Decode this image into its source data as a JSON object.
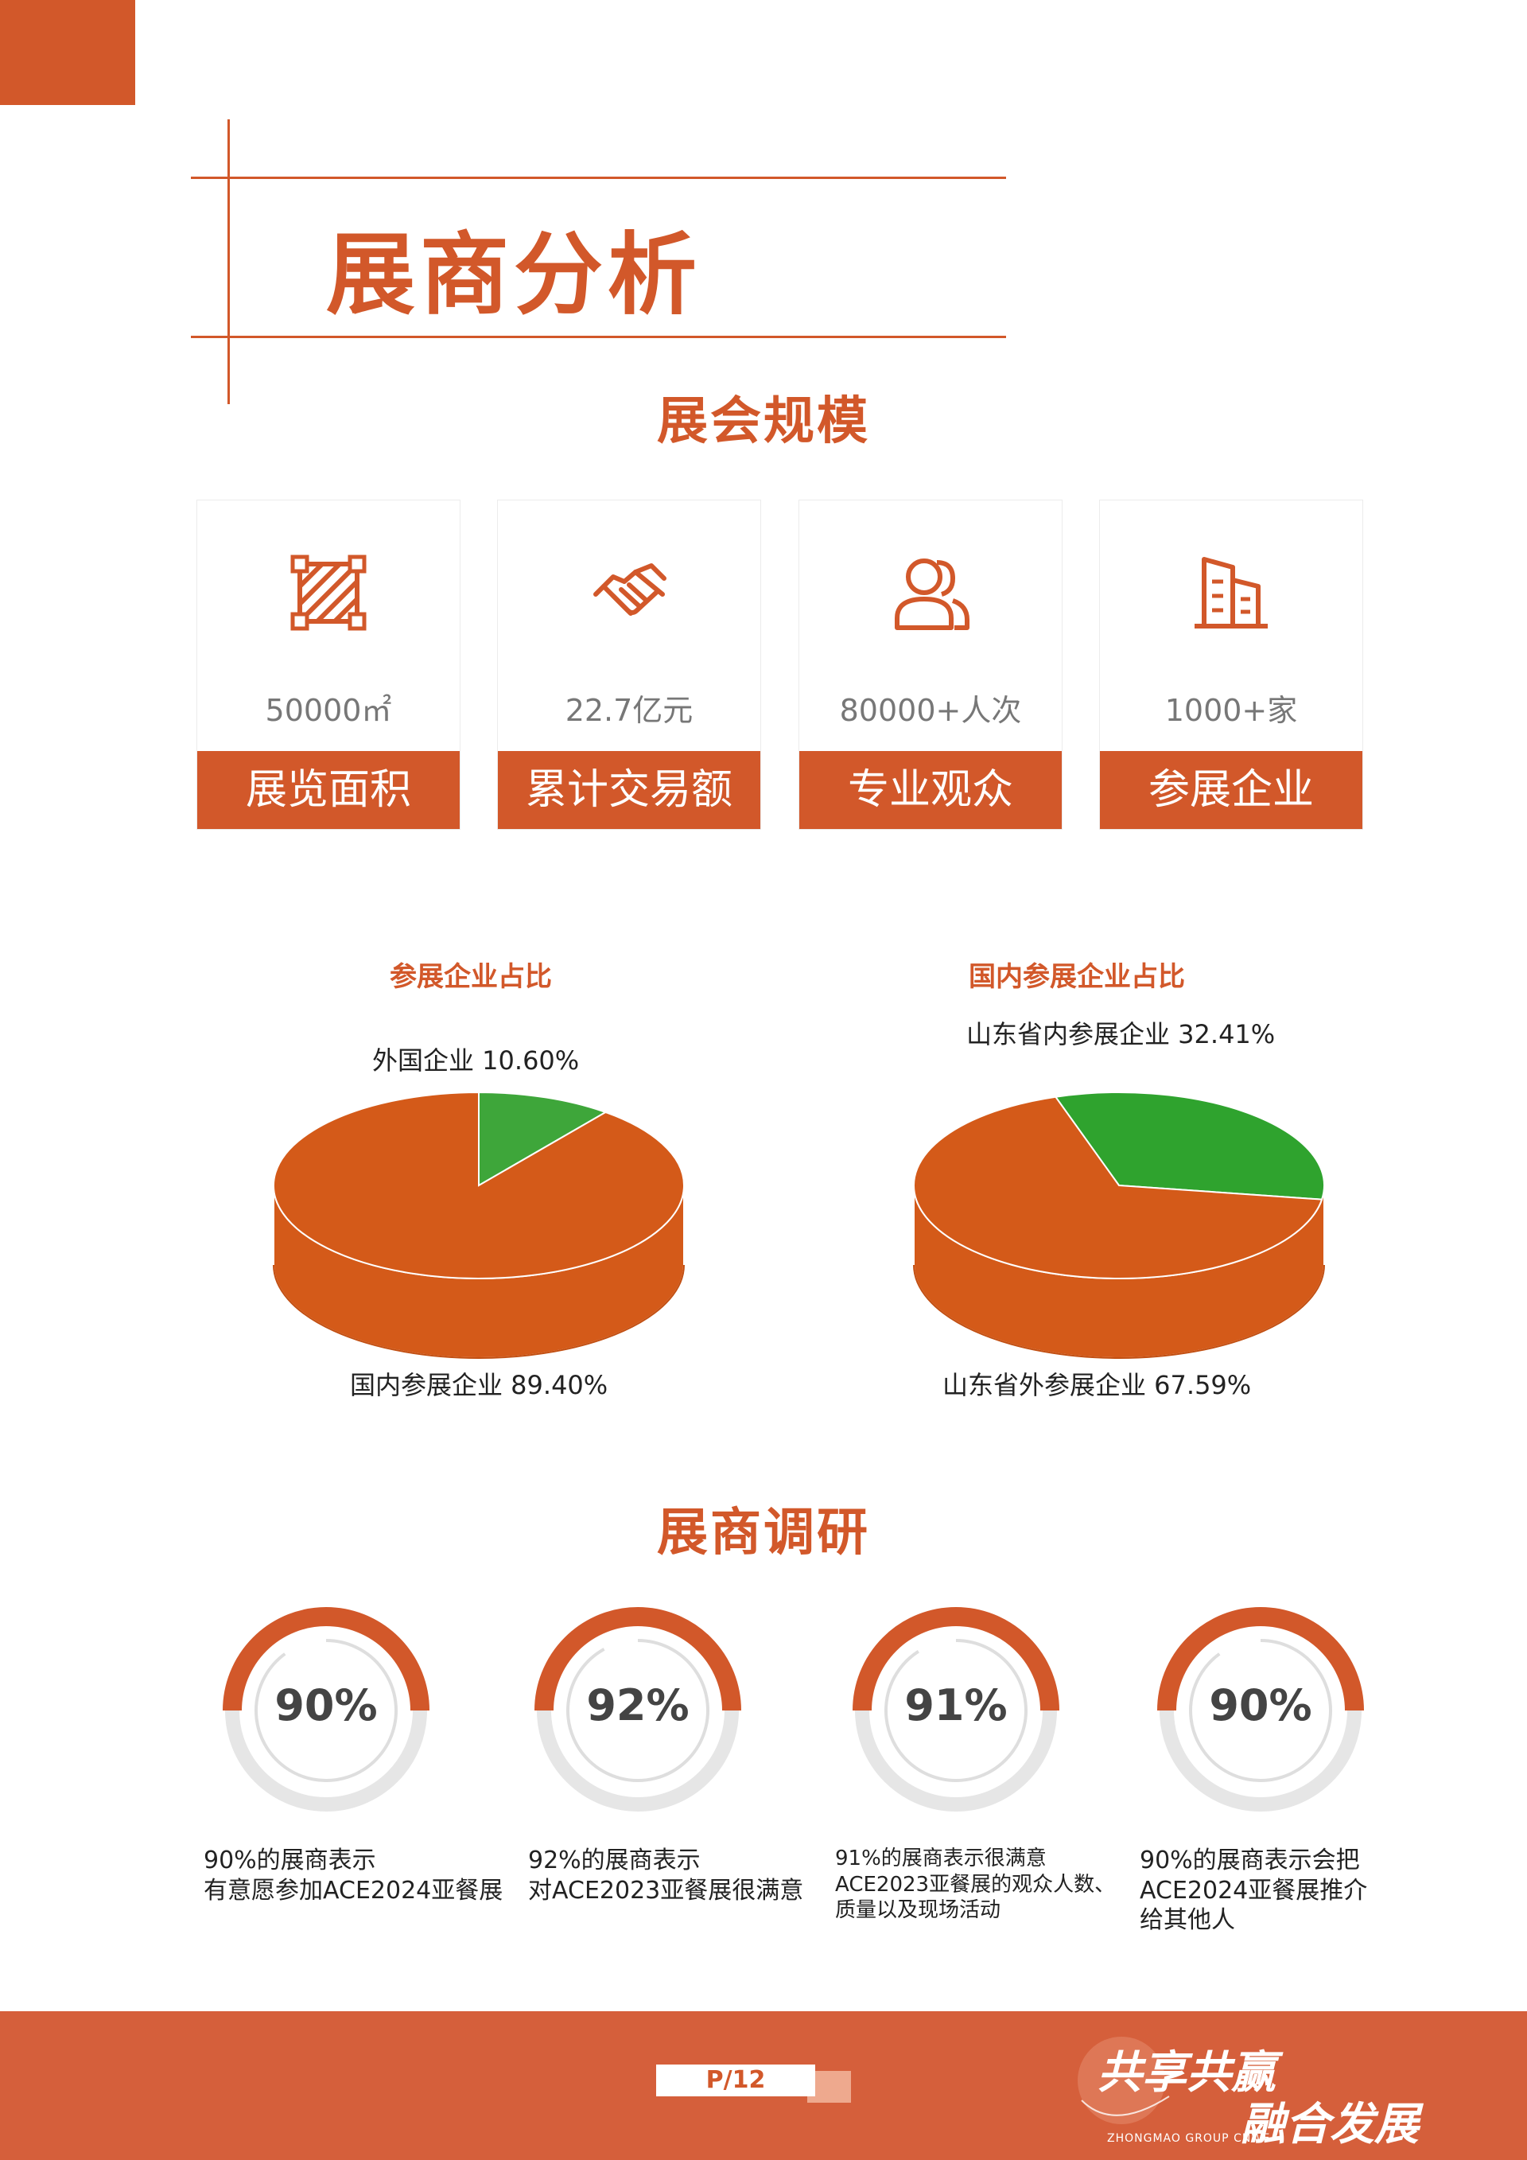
{
  "page": {
    "title": "展商分析",
    "page_number": "P/12"
  },
  "scale_section": {
    "title": "展会规模",
    "cards": [
      {
        "icon": "area-icon",
        "value": "50000㎡",
        "label": "展览面积"
      },
      {
        "icon": "handshake-icon",
        "value": "22.7亿元",
        "label": "累计交易额"
      },
      {
        "icon": "people-icon",
        "value": "80000+人次",
        "label": "专业观众"
      },
      {
        "icon": "building-icon",
        "value": "1000+家",
        "label": "参展企业"
      }
    ]
  },
  "pie_charts": {
    "left": {
      "title": "参展企业占比",
      "top_label": "外国企业  10.60%",
      "bottom_label": "国内参展企业  89.40%"
    },
    "right": {
      "title": "国内参展企业占比",
      "top_label": "山东省内参展企业  32.41%",
      "bottom_label": "山东省外参展企业  67.59%"
    }
  },
  "chart_data": [
    {
      "type": "pie",
      "title": "参展企业占比",
      "categories": [
        "外国企业",
        "国内参展企业"
      ],
      "values": [
        10.6,
        89.4
      ],
      "colors": [
        "#3ea63a",
        "#d45a19"
      ]
    },
    {
      "type": "pie",
      "title": "国内参展企业占比",
      "categories": [
        "山东省内参展企业",
        "山东省外参展企业"
      ],
      "values": [
        32.41,
        67.59
      ],
      "colors": [
        "#2fa32e",
        "#d45a19"
      ]
    }
  ],
  "survey_section": {
    "title": "展商调研",
    "items": [
      {
        "percent_text": "90%",
        "percent": 90,
        "lines": [
          "90%的展商表示",
          "有意愿参加ACE2024亚餐展"
        ]
      },
      {
        "percent_text": "92%",
        "percent": 92,
        "lines": [
          "92%的展商表示",
          "对ACE2023亚餐展很满意"
        ]
      },
      {
        "percent_text": "91%",
        "percent": 91,
        "lines": [
          "91%的展商表示很满意",
          "ACE2023亚餐展的观众人数、",
          "质量以及现场活动"
        ]
      },
      {
        "percent_text": "90%",
        "percent": 90,
        "lines": [
          "90%的展商表示会把",
          "ACE2024亚餐展推介",
          "给其他人"
        ]
      }
    ]
  },
  "footer": {
    "slogan_line1": "共享共赢",
    "slogan_line2": "融合发展",
    "slogan_small": "ZHONGMAO GROUP CNWF"
  },
  "colors": {
    "accent": "#d2582a",
    "pie_main": "#d45a19",
    "pie_minor": "#3ea63a",
    "ring_track": "#e6e6e6",
    "footer": "#d55f3b"
  }
}
